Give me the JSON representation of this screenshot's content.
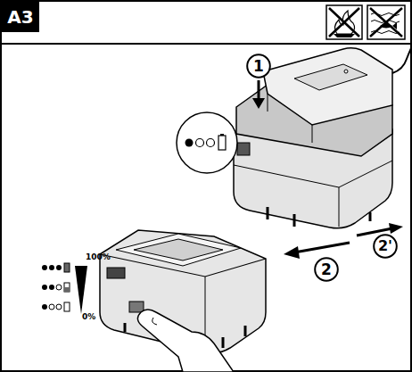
{
  "diagram": {
    "nodes": [
      {
        "text": [
          "A3"
        ]
      },
      {
        "text": [
          "1"
        ]
      },
      {
        "text": [
          "2"
        ]
      },
      {
        "text": [
          "2'"
        ]
      }
    ],
    "labels": [
      "100%",
      "0%"
    ]
  }
}
